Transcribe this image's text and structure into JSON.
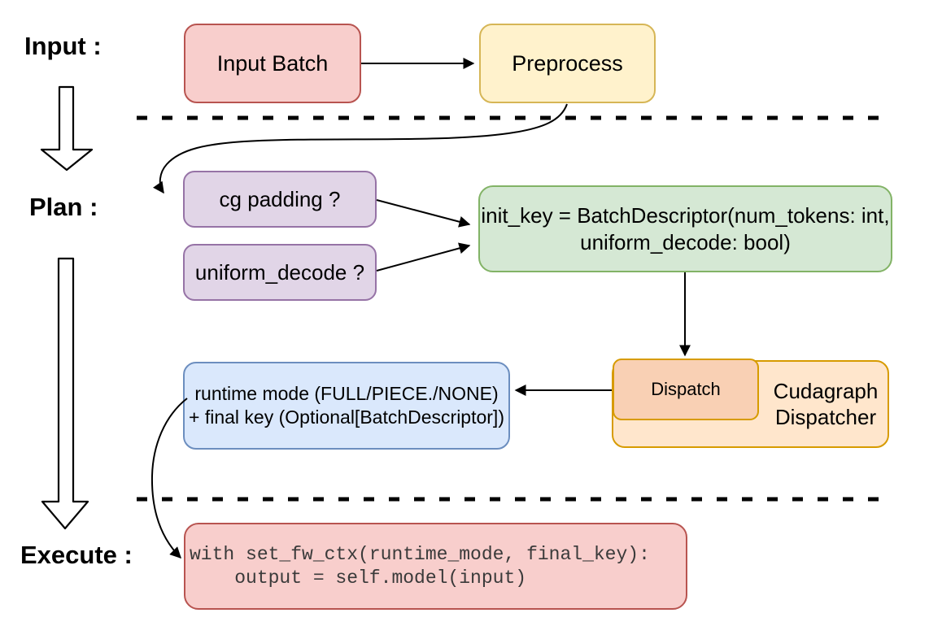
{
  "stages": {
    "input_label": "Input :",
    "plan_label": "Plan :",
    "execute_label": "Execute :"
  },
  "nodes": {
    "input_batch": {
      "label": "Input Batch",
      "fill": "#f8cecc",
      "stroke": "#b85450"
    },
    "preprocess": {
      "label": "Preprocess",
      "fill": "#fff2cc",
      "stroke": "#d6b656"
    },
    "cg_padding": {
      "label": "cg padding ?",
      "fill": "#e1d5e7",
      "stroke": "#9673a6"
    },
    "uniform_decode": {
      "label": "uniform_decode ?",
      "fill": "#e1d5e7",
      "stroke": "#9673a6"
    },
    "init_key": {
      "line1": "init_key = BatchDescriptor(num_tokens: int,",
      "line2": "uniform_decode: bool)",
      "fill": "#d5e8d4",
      "stroke": "#82b366"
    },
    "dispatch": {
      "label": "Dispatch",
      "fill": "#f9d0b4",
      "stroke": "#d79b00"
    },
    "cudagraph_dispatcher": {
      "label": "Cudagraph Dispatcher",
      "fill": "#ffe6cc",
      "stroke": "#d79b00"
    },
    "runtime_mode": {
      "line1": "runtime mode (FULL/PIECE./NONE)",
      "line2": "+ final key (Optional[BatchDescriptor])",
      "fill": "#dae8fc",
      "stroke": "#6c8ebf"
    },
    "execute_code": {
      "line1": "with set_fw_ctx(runtime_mode, final_key):",
      "line2": "    output = self.model(input)",
      "fill": "#f8cecc",
      "stroke": "#b85450"
    }
  },
  "colors": {
    "arrow": "#000000",
    "dashed_separator": "#000000",
    "background": "#ffffff",
    "text": "#000000",
    "code_text": "#3a3a3a"
  }
}
